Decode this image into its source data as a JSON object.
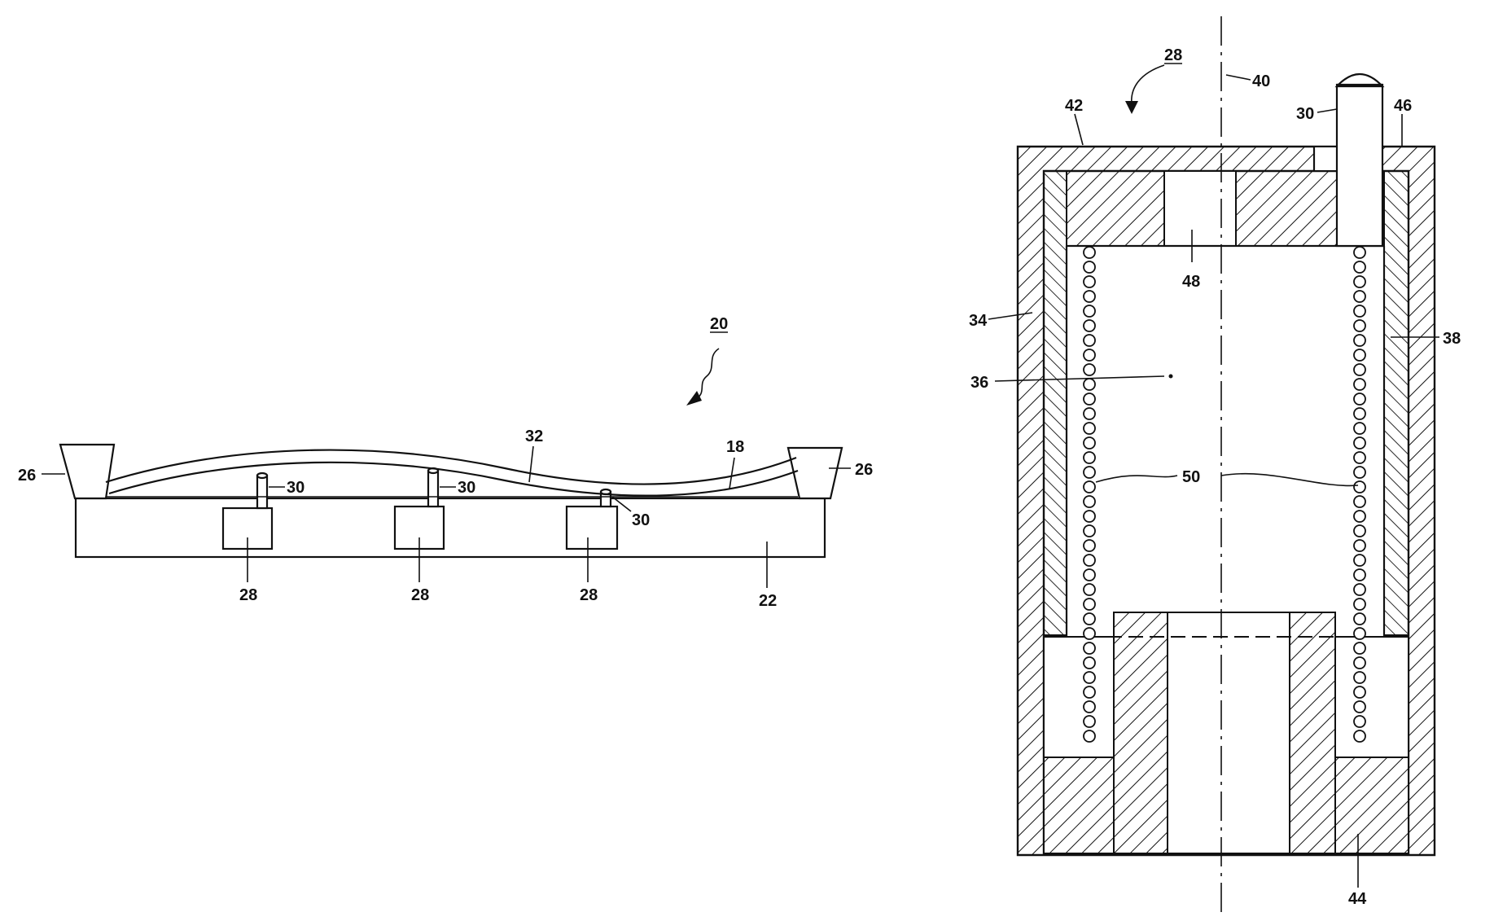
{
  "left_figure": {
    "ref_20": "20",
    "ref_32": "32",
    "ref_18": "18",
    "ref_26_left": "26",
    "ref_26_right": "26",
    "ref_30_a": "30",
    "ref_30_b": "30",
    "ref_30_c": "30",
    "ref_28_a": "28",
    "ref_28_b": "28",
    "ref_28_c": "28",
    "ref_22": "22"
  },
  "right_figure": {
    "ref_28": "28",
    "ref_40": "40",
    "ref_42": "42",
    "ref_30": "30",
    "ref_46": "46",
    "ref_48": "48",
    "ref_34": "34",
    "ref_38": "38",
    "ref_36": "36",
    "ref_50": "50",
    "ref_44": "44"
  },
  "colors": {
    "ink": "#111111",
    "paper": "#ffffff"
  }
}
